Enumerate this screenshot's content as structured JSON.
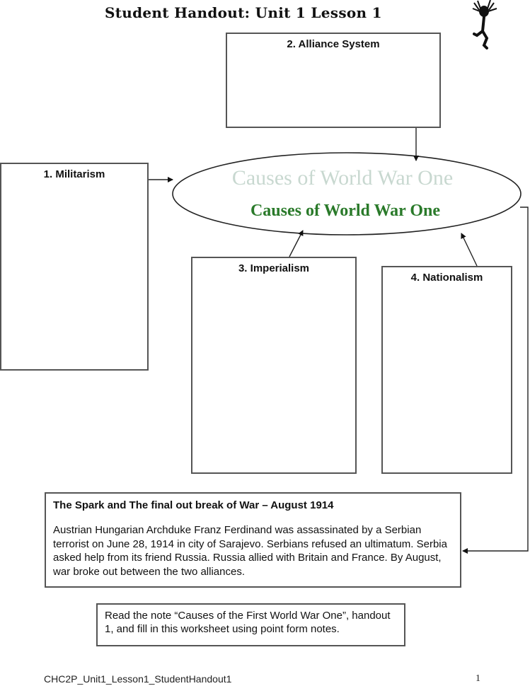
{
  "header": {
    "title": "Student Handout: Unit 1 Lesson 1",
    "mascot_icon": "screaming-stick-figure-icon"
  },
  "diagram": {
    "center": {
      "faded_title": "Causes of World War One",
      "title": "Causes of World War One",
      "title_color": "#2a7a2a"
    },
    "boxes": [
      {
        "id": "militarism",
        "label": "1. Militarism"
      },
      {
        "id": "alliance",
        "label": "2. Alliance System"
      },
      {
        "id": "imperialism",
        "label": "3. Imperialism"
      },
      {
        "id": "nationalism",
        "label": "4. Nationalism"
      }
    ]
  },
  "spark": {
    "title": "The Spark and The final out break of War – August 1914",
    "body": "Austrian Hungarian Archduke Franz Ferdinand was assassinated by a Serbian terrorist on June 28, 1914 in city of Sarajevo. Serbians refused an ultimatum. Serbia asked help from its friend Russia.  Russia allied with Britain and France.  By August, war broke out between the two alliances."
  },
  "instructions": {
    "text": "Read the note “Causes of the First World War One”, handout 1, and fill in this worksheet using point form notes."
  },
  "footer": {
    "filename": "CHC2P_Unit1_Lesson1_StudentHandout1",
    "page_number": "1"
  }
}
